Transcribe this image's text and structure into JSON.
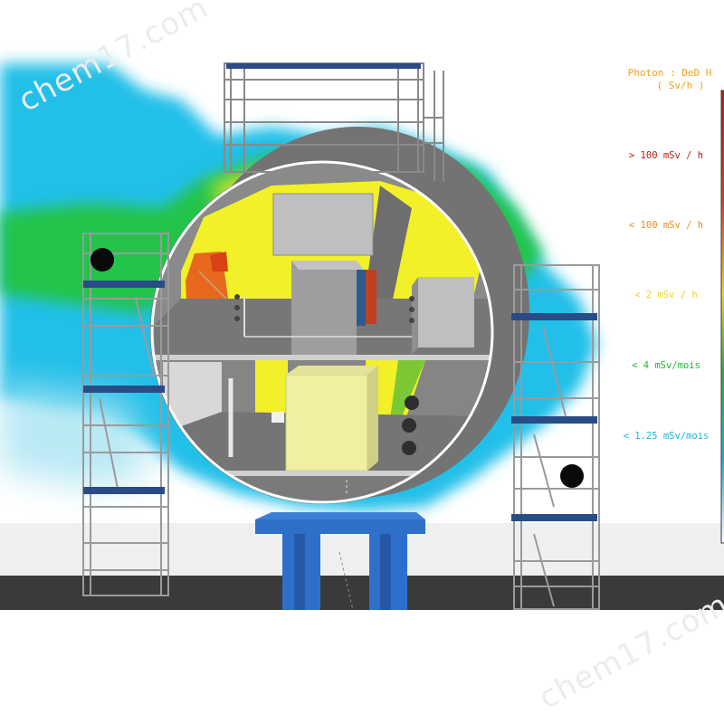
{
  "legend": {
    "title_line1": "Photon : DeD H",
    "title_line2": "( Sv/h )",
    "items": [
      {
        "label": "> 100 mSv / h",
        "color": "#b81a1a"
      },
      {
        "label": "< 100 mSv / h",
        "color": "#e09020"
      },
      {
        "label": "< 2   mSv / h",
        "color": "#f2d21e"
      },
      {
        "label": "< 4 mSv/mois",
        "color": "#22b83a"
      },
      {
        "label": "< 1.25 mSv/mois",
        "color": "#1ab4e0"
      }
    ]
  },
  "watermark": "chem17.com"
}
